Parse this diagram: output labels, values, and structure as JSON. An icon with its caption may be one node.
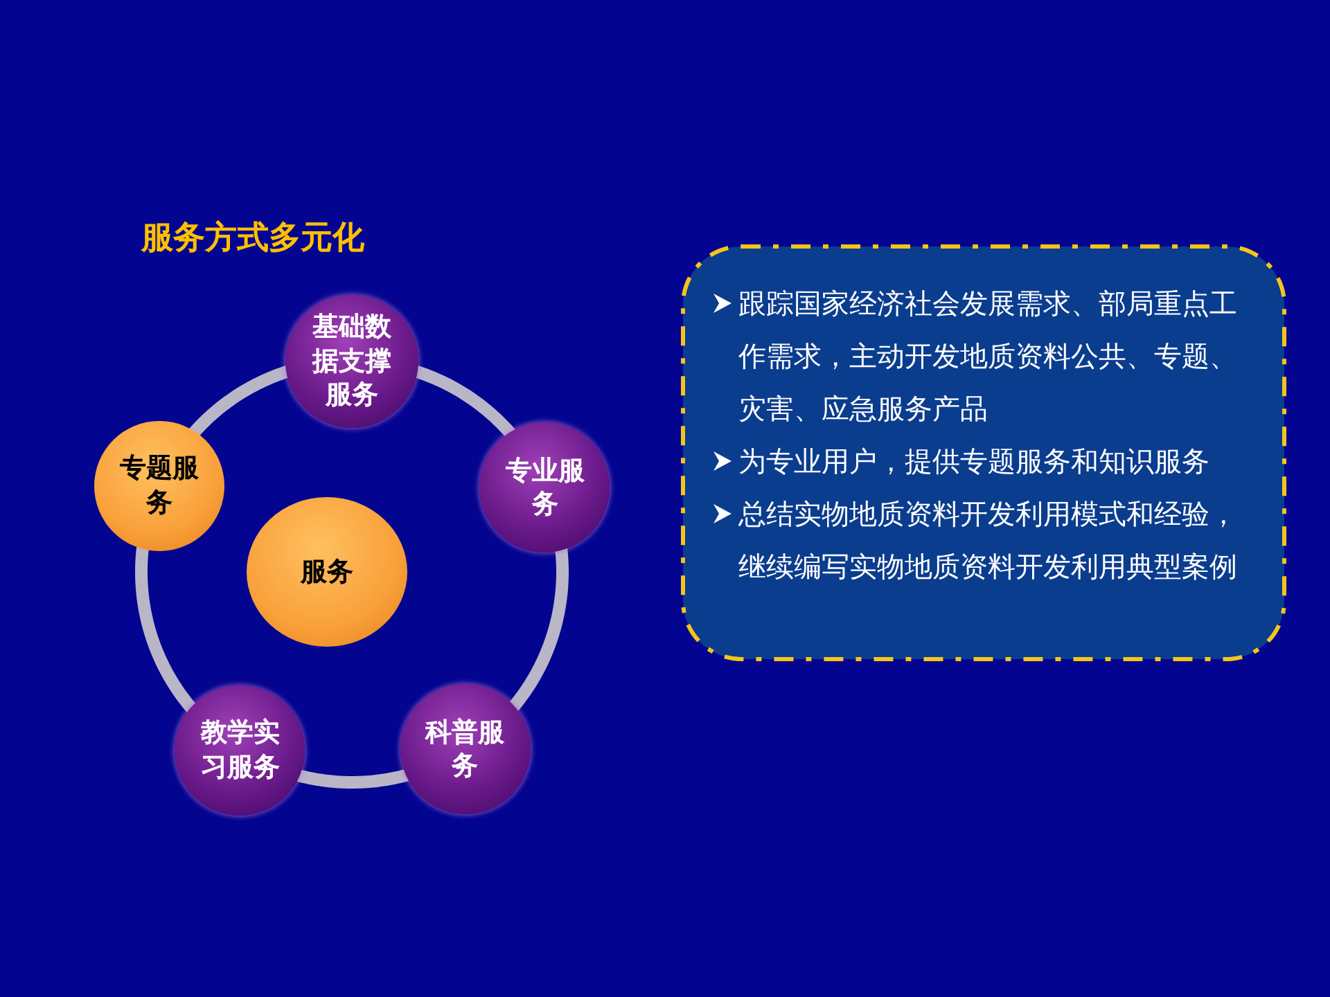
{
  "diagram": {
    "title": "服务方式多元化",
    "nodes": [
      {
        "text": [
          "基础数据支撑服务"
        ]
      },
      {
        "text": [
          "专题服务"
        ]
      },
      {
        "text": [
          "专业服务"
        ]
      },
      {
        "text": [
          "服务"
        ]
      },
      {
        "text": [
          "教学实习服务"
        ]
      },
      {
        "text": [
          "科普服务"
        ]
      },
      {
        "text": [
          "跟踪国家经济社会发展需求、部局重点工作需求，主动开发地质资料公共、专题、灾害、应急服务产品",
          "为专业用户，提供专题服务和知识服务",
          "总结实物地质资料开发利用模式和经验，继续编写实物地质资料开发利用典型案例"
        ]
      }
    ],
    "edges": [
      {
        "from": 0,
        "to": 2,
        "arrow": "none"
      },
      {
        "from": 2,
        "to": 5,
        "arrow": "none"
      },
      {
        "from": 5,
        "to": 4,
        "arrow": "none"
      },
      {
        "from": 4,
        "to": 1,
        "arrow": "none"
      },
      {
        "from": 1,
        "to": 0,
        "arrow": "none"
      }
    ]
  }
}
